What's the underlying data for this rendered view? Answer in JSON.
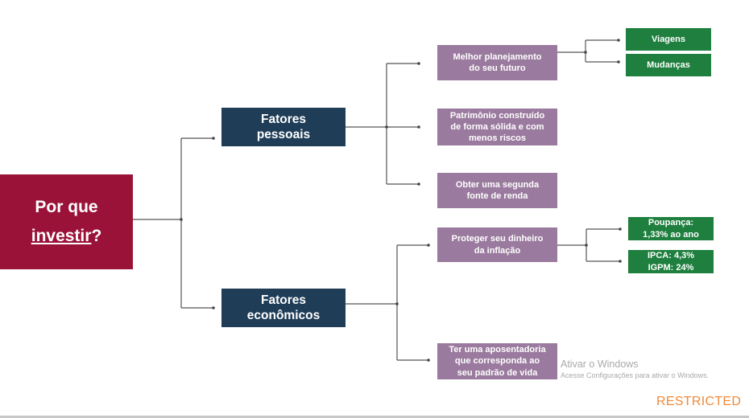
{
  "diagram": {
    "root": {
      "line1": "Por que",
      "line2_word": "investir",
      "line2_suffix": "?"
    },
    "level1": [
      {
        "label": "Fatores\npessoais"
      },
      {
        "label": "Fatores\neconômicos"
      }
    ],
    "level2": [
      {
        "label": "Melhor planejamento\ndo seu futuro"
      },
      {
        "label": "Patrimônio construído\nde forma sólida e com\nmenos riscos"
      },
      {
        "label": "Obter uma segunda\nfonte de renda"
      },
      {
        "label": "Proteger seu dinheiro\nda inflação"
      },
      {
        "label": "Ter uma aposentadoria\nque corresponda ao\nseu padrão de vida"
      }
    ],
    "level3": [
      {
        "label": "Viagens"
      },
      {
        "label": "Mudanças"
      },
      {
        "label": "Poupança:\n1,33% ao ano"
      },
      {
        "label": "IPCA: 4,3%\nIGPM: 24%"
      }
    ]
  },
  "overlay": {
    "watermark_title": "Ativar o Windows",
    "watermark_sub": "Acesse Configurações para ativar o Windows.",
    "restricted_label": "RESTRICTED"
  },
  "colors": {
    "root": "#9b1239",
    "level1": "#1f3d57",
    "level2": "#9a7a9e",
    "level3": "#1e7f3e",
    "connector": "#555555"
  }
}
